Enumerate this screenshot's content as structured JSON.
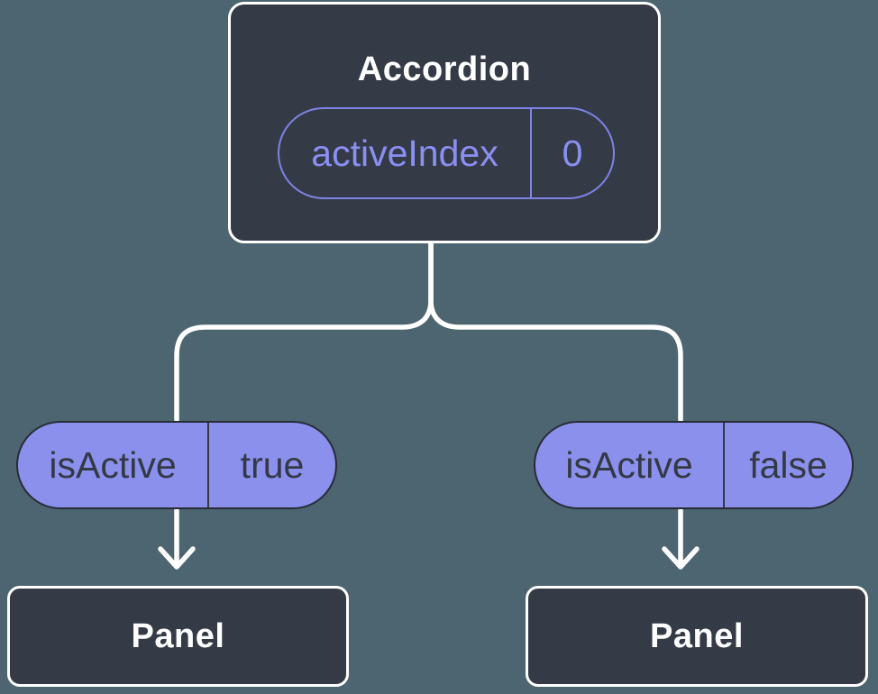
{
  "colors": {
    "background": "#4C6570",
    "node_fill": "#343B47",
    "node_border": "#FFFFFF",
    "node_text": "#FFFFFF",
    "pill_fill": "#8B90EC",
    "pill_outline": "#7E83E6",
    "pill_purple_text": "#8A8FF2",
    "pill_dark_text": "#333945",
    "pill_dark_border": "#272C37",
    "connector": "#FFFFFF"
  },
  "tree": {
    "root": {
      "label": "Accordion",
      "state": {
        "name": "activeIndex",
        "value": "0"
      }
    },
    "children": [
      {
        "prop": {
          "name": "isActive",
          "value": "true"
        },
        "label": "Panel"
      },
      {
        "prop": {
          "name": "isActive",
          "value": "false"
        },
        "label": "Panel"
      }
    ]
  }
}
